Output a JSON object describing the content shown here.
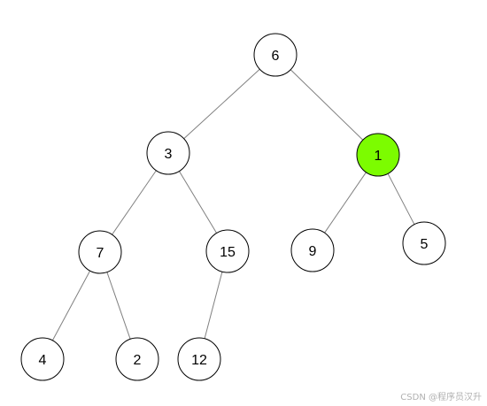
{
  "tree": {
    "nodes": [
      {
        "id": "n6",
        "label": "6",
        "highlighted": false
      },
      {
        "id": "n3",
        "label": "3",
        "highlighted": false
      },
      {
        "id": "n1",
        "label": "1",
        "highlighted": true
      },
      {
        "id": "n7",
        "label": "7",
        "highlighted": false
      },
      {
        "id": "n15",
        "label": "15",
        "highlighted": false
      },
      {
        "id": "n9",
        "label": "9",
        "highlighted": false
      },
      {
        "id": "n5",
        "label": "5",
        "highlighted": false
      },
      {
        "id": "n4",
        "label": "4",
        "highlighted": false
      },
      {
        "id": "n2",
        "label": "2",
        "highlighted": false
      },
      {
        "id": "n12",
        "label": "12",
        "highlighted": false
      }
    ],
    "edges": [
      {
        "from": "n6",
        "to": "n3"
      },
      {
        "from": "n6",
        "to": "n1"
      },
      {
        "from": "n3",
        "to": "n7"
      },
      {
        "from": "n3",
        "to": "n15"
      },
      {
        "from": "n1",
        "to": "n9"
      },
      {
        "from": "n1",
        "to": "n5"
      },
      {
        "from": "n7",
        "to": "n4"
      },
      {
        "from": "n7",
        "to": "n2"
      },
      {
        "from": "n15",
        "to": "n12"
      }
    ]
  },
  "colors": {
    "highlight": "#7cfc00",
    "node_fill": "#ffffff"
  },
  "watermark": "CSDN @程序员汉升"
}
